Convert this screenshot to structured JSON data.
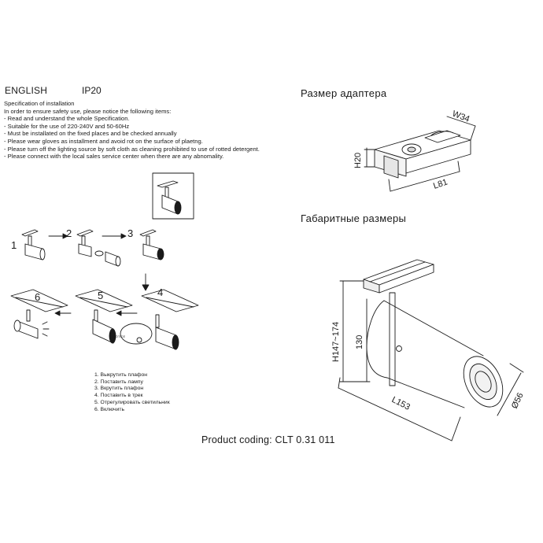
{
  "header": {
    "language": "ENGLISH",
    "ip_rating": "IP20"
  },
  "spec": {
    "title": "Specification of installation",
    "lines": [
      "In order to ensure safety use, please notice the following items:",
      "- Read and understand the whole Specification.",
      "- Suitable for the use of 220-240V and 50-60Hz",
      "- Must be installated on the fixed places and be checked annually",
      "- Please wear gloves as installment and avoid rot on the surface of plaetng.",
      "- Please turn off the lighting source by soft cloth as cleaning prohibited to use of rotted detergent.",
      "- Please connect with the local sales service center when there are any abnomality."
    ]
  },
  "adapter": {
    "title": "Размер адаптера",
    "width": "W34",
    "height": "H20",
    "length": "L81"
  },
  "dimensions": {
    "title": "Габаритные размеры",
    "height_total": "H147~174",
    "height_body": "130",
    "length": "L153",
    "diameter": "Ø56"
  },
  "install_steps": {
    "numbers": [
      "1",
      "2",
      "3",
      "4",
      "5",
      "6"
    ],
    "notice_label": "NOTICE",
    "items": [
      "1. Выкрутить  плафон",
      "2. Поставить лампу",
      "3. Вкрутить плафон",
      "4. Поставить в трек",
      "5. Отрегулировать светильник",
      "6. Включить"
    ]
  },
  "product_coding": "Product coding: CLT 0.31 011",
  "colors": {
    "ink": "#1a1a1a",
    "background": "#ffffff"
  }
}
